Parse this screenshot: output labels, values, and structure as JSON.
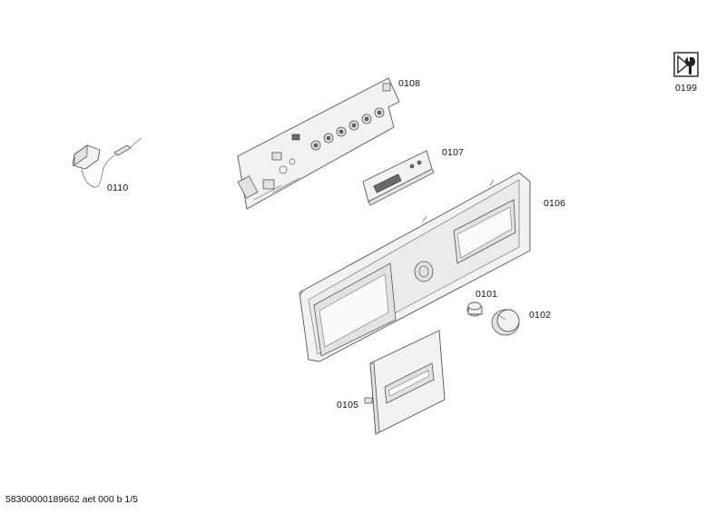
{
  "parts": [
    {
      "id": "p0199",
      "label": "0199",
      "icon": "service-wrench-icon"
    },
    {
      "id": "p0108",
      "label": "0108"
    },
    {
      "id": "p0107",
      "label": "0107"
    },
    {
      "id": "p0110",
      "label": "0110"
    },
    {
      "id": "p0106",
      "label": "0106"
    },
    {
      "id": "p0101",
      "label": "0101"
    },
    {
      "id": "p0102",
      "label": "0102"
    },
    {
      "id": "p0105",
      "label": "0105"
    }
  ],
  "footer": "58300000189662 aet 000 b 1/5",
  "colors": {
    "line": "#555555",
    "fill": "#f2f2f2",
    "background": "#ffffff"
  }
}
